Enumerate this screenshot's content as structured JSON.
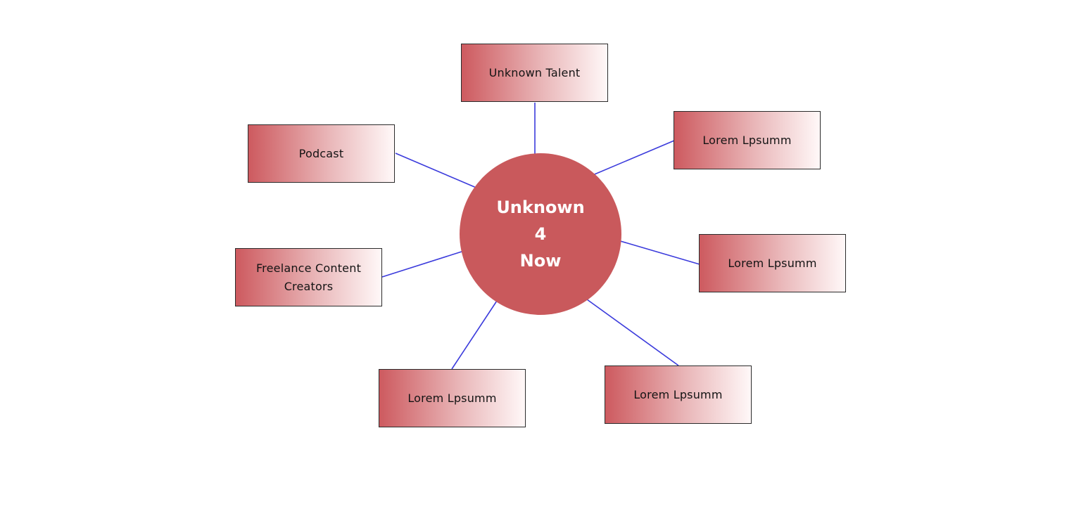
{
  "hub": {
    "lines": [
      "Unknown",
      "4",
      "Now"
    ]
  },
  "nodes": [
    {
      "label": "Unknown Talent"
    },
    {
      "label": "Lorem Lpsumm"
    },
    {
      "label": "Lorem Lpsumm"
    },
    {
      "label": "Lorem Lpsumm"
    },
    {
      "label": "Lorem Lpsumm"
    },
    {
      "label": "Freelance Content Creators"
    },
    {
      "label": "Podcast"
    }
  ],
  "colors": {
    "hub_fill": "#c9595c",
    "connector": "#3b3bdc",
    "box_gradient_start": "#cd5a5f",
    "box_gradient_end": "#fff8f8",
    "box_border": "#2b2b2b"
  }
}
